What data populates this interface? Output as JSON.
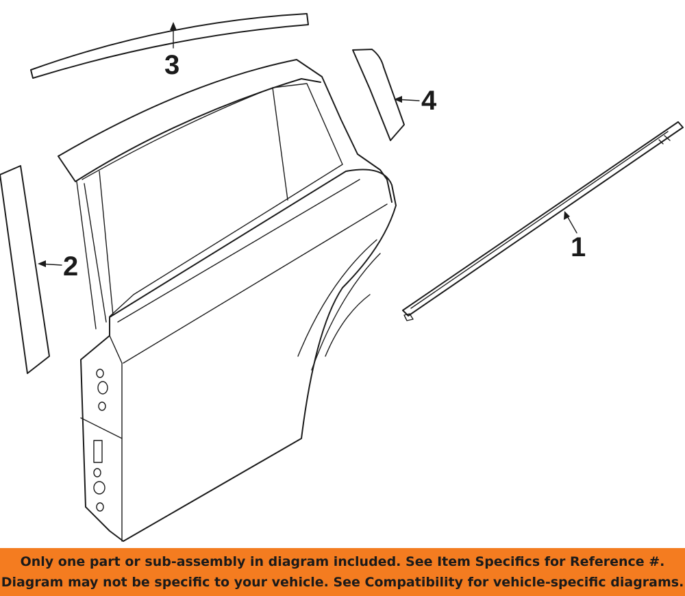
{
  "callouts": {
    "part_1": "1",
    "part_2": "2",
    "part_3": "3",
    "part_4": "4"
  },
  "banner": {
    "line1": "Only one part or sub-assembly in diagram included. See Item Specifics for Reference #.",
    "line2": "Diagram may not be specific to your vehicle. See Compatibility for vehicle-specific diagrams."
  },
  "colors": {
    "banner_background": "#f47c20",
    "line_art": "#1a1a1a",
    "background": "#ffffff"
  }
}
